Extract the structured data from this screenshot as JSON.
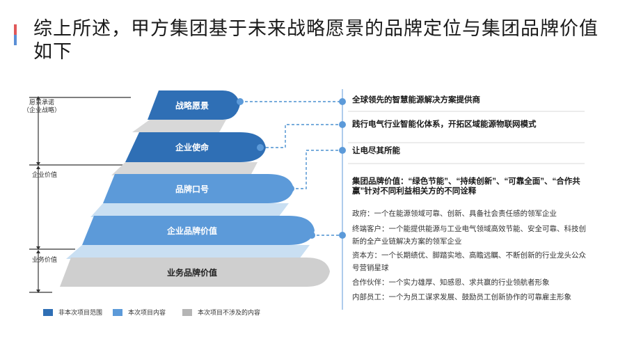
{
  "title": "综上所述，甲方集团基于未来战略愿景的品牌定位与集团品牌价值如下",
  "colors": {
    "dark_blue": "#2f6fb5",
    "mid_blue": "#5c9ad9",
    "gray": "#c9c9c9",
    "connector": "#4a90d0",
    "accent_red": "#e0585a",
    "accent_blue": "#5b8fd6"
  },
  "axis": {
    "section1": "愿景承诺\n（企业战略）",
    "section2": "企业价值",
    "section3": "业务价值"
  },
  "pyramid": [
    {
      "label": "战略愿景",
      "color": "dark_blue"
    },
    {
      "label": "企业使命",
      "color": "dark_blue"
    },
    {
      "label": "品牌口号",
      "color": "mid_blue"
    },
    {
      "label": "企业品牌价值",
      "color": "mid_blue"
    },
    {
      "label": "业务品牌价值",
      "color": "gray"
    }
  ],
  "right_items": [
    "全球领先的智慧能源解决方案提供商",
    "践行电气行业智能化体系，开拓区域能源物联网模式",
    "让电尽其所能",
    "集团品牌价值：“绿色节能”、“持续创新”、“可靠全面”、“合作共赢”针对不同利益相关方的不同诠释"
  ],
  "details": [
    "政府：一个在能源领域可靠、创新、具备社会责任感的领军企业",
    "终端客户：一个能提供能源与工业电气领域高效节能、安全可靠、科技创新的全产业链解决方案的领军企业",
    "资本方：一个长期绩优、脚踏实地、高瞻远瞩、不断创新的行业龙头公众号营销星球",
    "合作伙伴：一个实力雄厚、知感恩、求共赢的行业领航者形象",
    "内部员工：一个为员工谋求发展、鼓励员工创新协作的可靠雇主形象"
  ],
  "legend": [
    {
      "label": "非本次项目范围",
      "color": "#2f6fb5"
    },
    {
      "label": "本次项目内容",
      "color": "#5c9ad9"
    },
    {
      "label": "本次项目不涉及的内容",
      "color": "#b5b5b5"
    }
  ]
}
